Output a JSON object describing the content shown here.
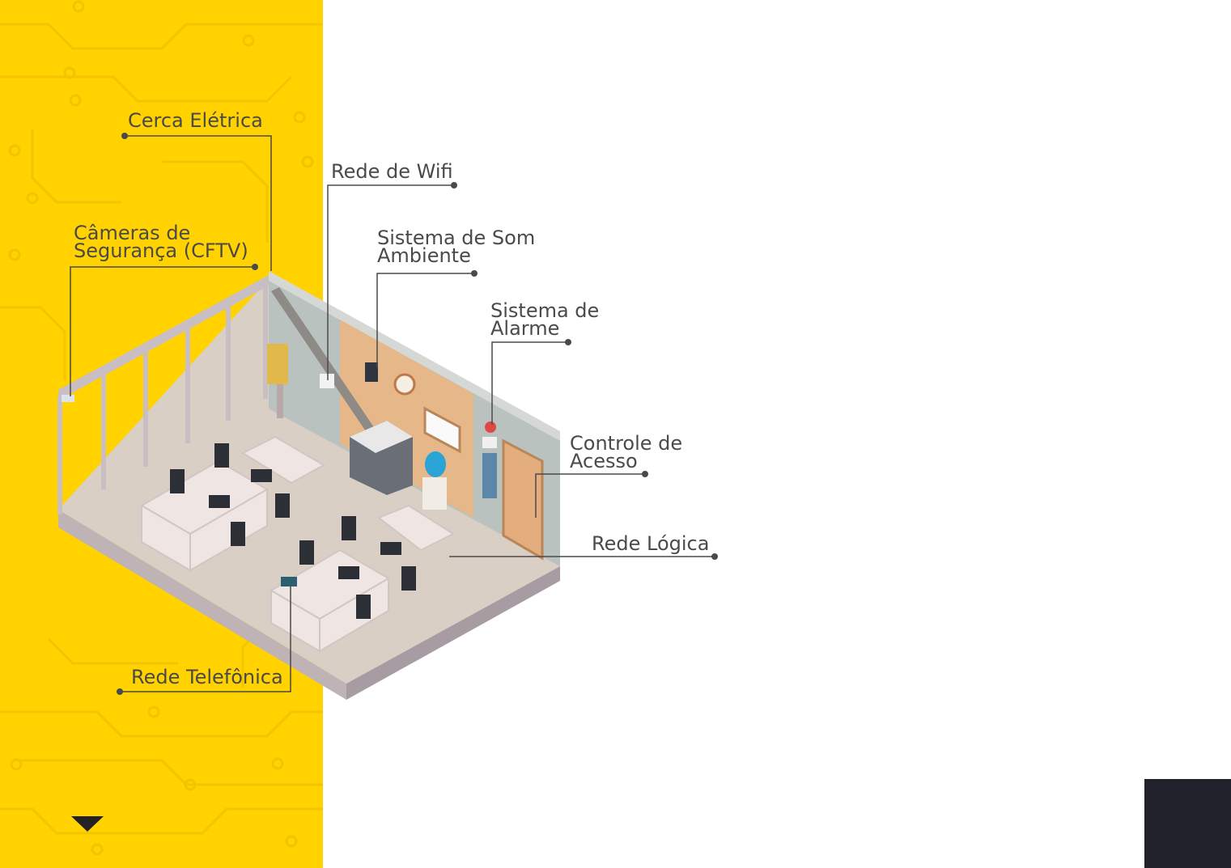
{
  "labels": {
    "cerca_eletrica": "Cerca Elétrica",
    "cameras_line1": "Câmeras de",
    "cameras_line2": "Segurança (CFTV)",
    "rede_wifi": "Rede de Wifi",
    "som_line1": "Sistema de Som",
    "som_line2": "Ambiente",
    "alarme_line1": "Sistema de",
    "alarme_line2": "Alarme",
    "acesso_line1": "Controle de",
    "acesso_line2": "Acesso",
    "rede_logica": "Rede Lógica",
    "rede_telefonica": "Rede Telefônica"
  },
  "colors": {
    "panel_yellow": "#ffd200",
    "dark_block": "#21222b",
    "leader_line": "#4a4a4a",
    "text": "#4a4a4a"
  },
  "icons": {
    "scroll_down": "triangle-down-icon"
  }
}
